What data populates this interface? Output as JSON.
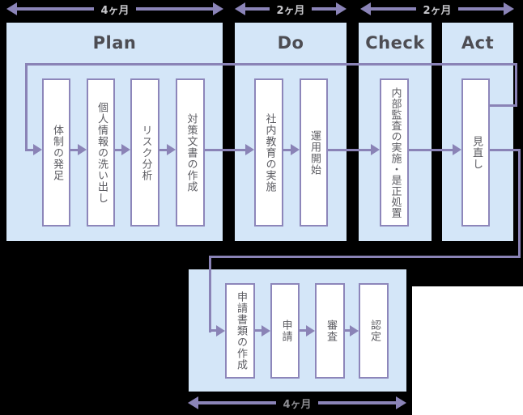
{
  "colors": {
    "background": "#000000",
    "panel_blue": "#d4e6f8",
    "box_fill": "#ffffff",
    "box_border": "#8d86ba",
    "flow_line": "#8a83b6",
    "dim_arrow": "#8b84b8",
    "phase_title_text": "#4d4d53",
    "step_text": "#5c5c62",
    "top_label_text": "#c8c8cc",
    "bottom_label_text": "#8d8d92"
  },
  "timeline": {
    "top": [
      {
        "label": "4ヶ月"
      },
      {
        "label": "2ヶ月"
      },
      {
        "label": "2ヶ月"
      }
    ],
    "bottom": {
      "label": "4ヶ月"
    }
  },
  "phases": [
    {
      "title": "Plan",
      "steps": [
        "体制の発足",
        "個人情報の洗い出し",
        "リスク分析",
        "対策文書の作成"
      ]
    },
    {
      "title": "Do",
      "steps": [
        "社内教育の実施",
        "運用開始"
      ]
    },
    {
      "title": "Check",
      "steps": [
        "内部監査の実施・是正処置"
      ]
    },
    {
      "title": "Act",
      "steps": [
        "見直し"
      ]
    }
  ],
  "certification": {
    "steps": [
      "申請書類の作成",
      "申請",
      "審査",
      "認定"
    ]
  }
}
